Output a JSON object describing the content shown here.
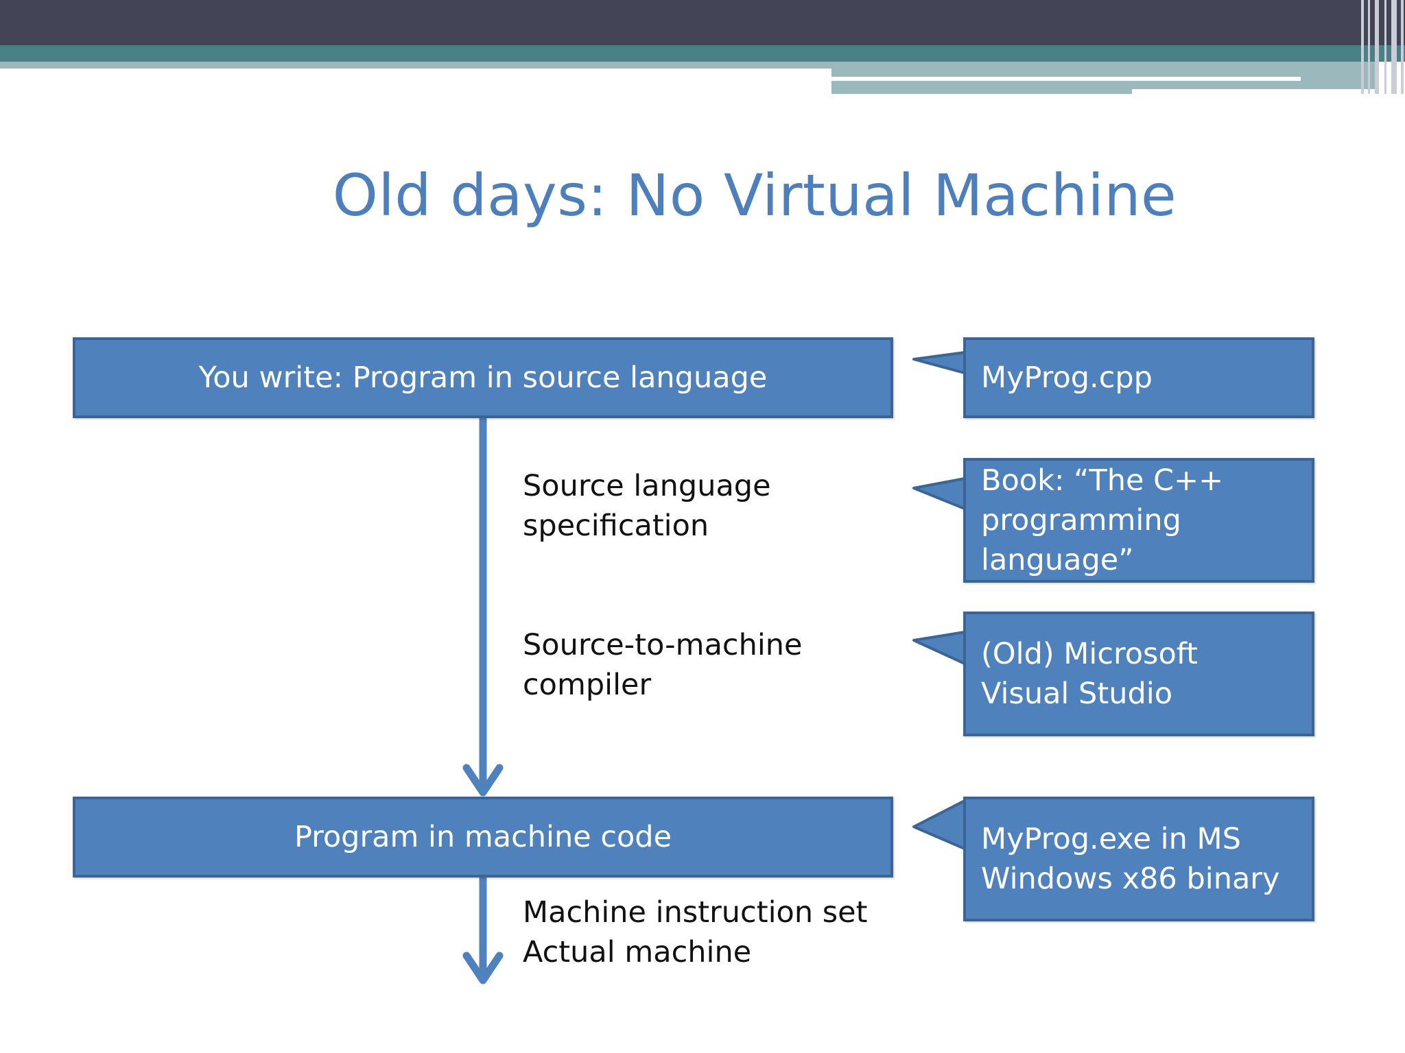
{
  "title": "Old days: No Virtual Machine",
  "boxes": {
    "source": "You write: Program in source language",
    "machine": "Program in machine code"
  },
  "steps": {
    "spec_line1": "Source language",
    "spec_line2": "specification",
    "compiler_line1": "Source-to-machine",
    "compiler_line2": "compiler",
    "isa_line1": "Machine instruction set",
    "isa_line2": "Actual machine"
  },
  "callouts": {
    "file": "MyProg.cpp",
    "book_line1": "Book: “The C++",
    "book_line2": "programming",
    "book_line3": "language”",
    "ide_line1": "(Old) Microsoft",
    "ide_line2": "Visual Studio",
    "exe_line1": "MyProg.exe in MS",
    "exe_line2": "Windows x86 binary"
  },
  "colors": {
    "box_fill": "#4f81bd",
    "box_border": "#3b6595",
    "title": "#4d7fbd",
    "banner_dark": "#434556",
    "banner_teal": "#4a8186"
  }
}
